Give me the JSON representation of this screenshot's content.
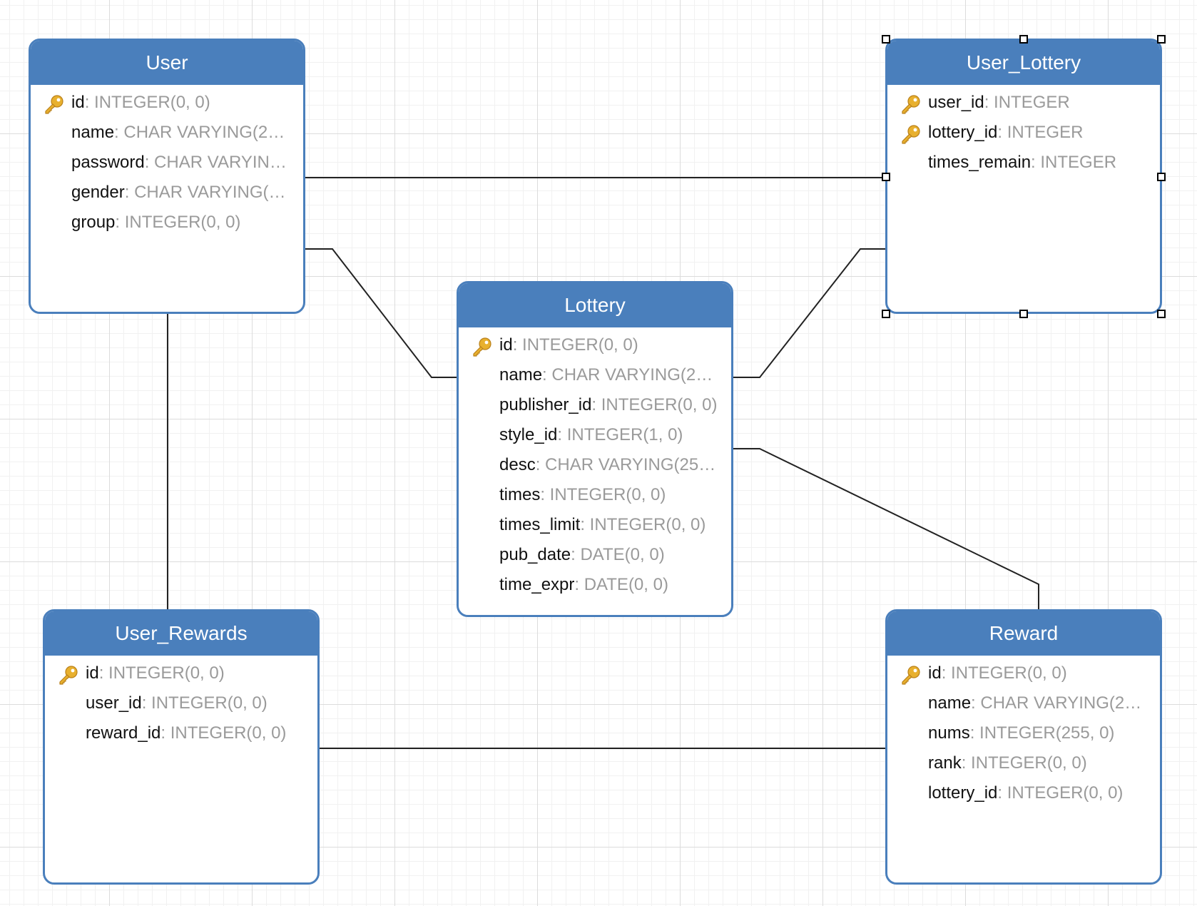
{
  "colors": {
    "entity_header": "#4a7fbc",
    "entity_border": "#4a7fbc",
    "key_icon": "#e8b02e",
    "field_type": "#9a9a9a",
    "field_name": "#111111",
    "connector": "#222222"
  },
  "entities": {
    "user": {
      "title": "User",
      "fields": [
        {
          "name": "id",
          "type": ": INTEGER(0, 0)",
          "pk": true
        },
        {
          "name": "name",
          "type": ": CHAR VARYING(2…",
          "pk": false
        },
        {
          "name": "password",
          "type": ": CHAR VARYIN…",
          "pk": false
        },
        {
          "name": "gender",
          "type": ": CHAR VARYING(…",
          "pk": false
        },
        {
          "name": "group",
          "type": ": INTEGER(0, 0)",
          "pk": false
        }
      ]
    },
    "user_lottery": {
      "title": "User_Lottery",
      "fields": [
        {
          "name": "user_id",
          "type": ": INTEGER",
          "pk": true
        },
        {
          "name": "lottery_id",
          "type": ": INTEGER",
          "pk": true
        },
        {
          "name": "times_remain",
          "type": ": INTEGER",
          "pk": false
        }
      ]
    },
    "lottery": {
      "title": "Lottery",
      "fields": [
        {
          "name": "id",
          "type": ": INTEGER(0, 0)",
          "pk": true
        },
        {
          "name": "name",
          "type": ": CHAR VARYING(2…",
          "pk": false
        },
        {
          "name": "publisher_id",
          "type": ": INTEGER(0, 0)",
          "pk": false
        },
        {
          "name": "style_id",
          "type": ": INTEGER(1, 0)",
          "pk": false
        },
        {
          "name": "desc",
          "type": ": CHAR VARYING(25…",
          "pk": false
        },
        {
          "name": "times",
          "type": ": INTEGER(0, 0)",
          "pk": false
        },
        {
          "name": "times_limit",
          "type": ": INTEGER(0, 0)",
          "pk": false
        },
        {
          "name": "pub_date",
          "type": ": DATE(0, 0)",
          "pk": false
        },
        {
          "name": "time_expr",
          "type": ": DATE(0, 0)",
          "pk": false
        }
      ]
    },
    "user_rewards": {
      "title": "User_Rewards",
      "fields": [
        {
          "name": "id",
          "type": ": INTEGER(0, 0)",
          "pk": true
        },
        {
          "name": "user_id",
          "type": ": INTEGER(0, 0)",
          "pk": false
        },
        {
          "name": "reward_id",
          "type": ": INTEGER(0, 0)",
          "pk": false
        }
      ]
    },
    "reward": {
      "title": "Reward",
      "fields": [
        {
          "name": "id",
          "type": ": INTEGER(0, 0)",
          "pk": true
        },
        {
          "name": "name",
          "type": ": CHAR VARYING(2…",
          "pk": false
        },
        {
          "name": "nums",
          "type": ": INTEGER(255, 0)",
          "pk": false
        },
        {
          "name": "rank",
          "type": ": INTEGER(0, 0)",
          "pk": false
        },
        {
          "name": "lottery_id",
          "type": ": INTEGER(0, 0)",
          "pk": false
        }
      ]
    }
  },
  "relationships": [
    {
      "from": "user",
      "to": "user_lottery"
    },
    {
      "from": "user",
      "to": "lottery"
    },
    {
      "from": "lottery",
      "to": "user_lottery"
    },
    {
      "from": "user",
      "to": "user_rewards"
    },
    {
      "from": "lottery",
      "to": "reward"
    },
    {
      "from": "user_rewards",
      "to": "reward"
    }
  ],
  "selected_entity": "user_lottery"
}
